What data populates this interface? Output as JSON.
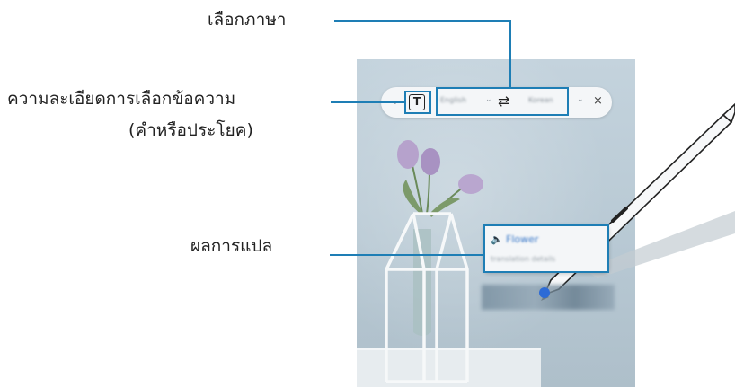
{
  "callouts": {
    "language_select": "เลือกภาษา",
    "granularity_line1": "ความละเอียดการเลือกข้อความ",
    "granularity_line2": "(คำหรือประโยค)",
    "result": "ผลการแปล"
  },
  "toolbar": {
    "granularity_glyph": "T",
    "source_language": "English",
    "target_language": "Korean",
    "swap_glyph": "⇄",
    "dropdown_glyph": "⌄",
    "close_glyph": "×"
  },
  "result_card": {
    "speaker_glyph": "🔈",
    "word": "Flower",
    "detail": "translation details"
  },
  "colors": {
    "leader_line": "#1e7eb5",
    "accent": "#3b79c9",
    "background": "#ffffff"
  },
  "icons": [
    "text-granularity-icon",
    "swap-icon",
    "chevron-down-icon",
    "close-icon",
    "speaker-icon",
    "s-pen-icon"
  ]
}
